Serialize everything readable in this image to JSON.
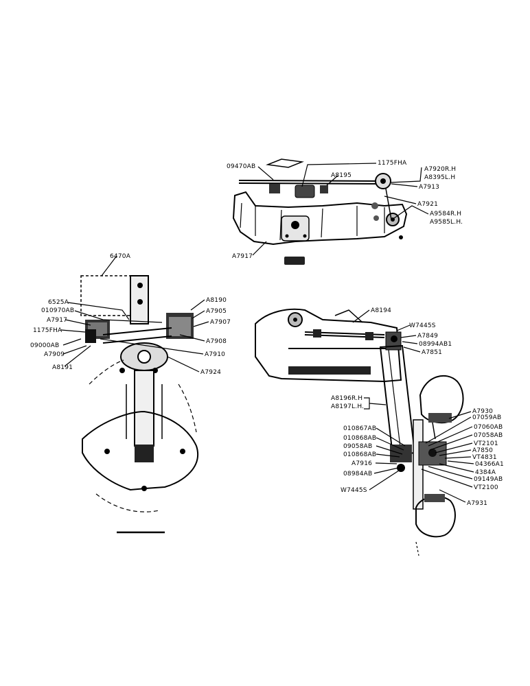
{
  "labels": {
    "l_09470AB": "09470AB",
    "l_1175FHA_top": "1175FHA",
    "l_A7920RH": "A7920R.H",
    "l_A8395LH": "A8395L.H",
    "l_A8195": "A8195",
    "l_A7913": "A7913",
    "l_A7921": "A7921",
    "l_A9584RH": "A9584R.H",
    "l_A9585LH": "A9585L.H.",
    "l_A7917_top": "A7917",
    "l_6470A": "6470A",
    "l_6525A": "6525A",
    "l_010970AB": "010970AB",
    "l_A7917_mid": "A7917",
    "l_1175FHA_mid": "1175FHA",
    "l_09000AB": "09000AB",
    "l_A7909": "A7909",
    "l_A8191": "A8191",
    "l_A8190": "A8190",
    "l_A7905": "A7905",
    "l_A7907": "A7907",
    "l_A7908": "A7908",
    "l_A7910": "A7910",
    "l_A7924": "A7924",
    "l_A8194": "A8194",
    "l_W7445S_top": "W7445S",
    "l_A7849": "A7849",
    "l_08994AB1": "08994AB1",
    "l_A7851": "A7851",
    "l_A8196RH": "A8196R.H",
    "l_A8197LH": "A8197L.H.",
    "l_010867AB": "010867AB",
    "l_010868AB_a": "010868AB",
    "l_09058AB": "09058AB",
    "l_010868AB_b": "010868AB",
    "l_A7916": "A7916",
    "l_08984AB": "08984AB",
    "l_W7445S_bot": "W7445S",
    "l_A7930": "A7930",
    "l_07059AB": "07059AB",
    "l_07060AB": "07060AB",
    "l_07058AB": "07058AB",
    "l_VT2101": "VT2101",
    "l_A7850": "A7850",
    "l_VT4831": "VT4831",
    "l_04366A1": "04366A1",
    "l_4384A": "4384A",
    "l_09149AB": "09149AB",
    "l_VT2100": "VT2100",
    "l_A7931": "A7931"
  }
}
